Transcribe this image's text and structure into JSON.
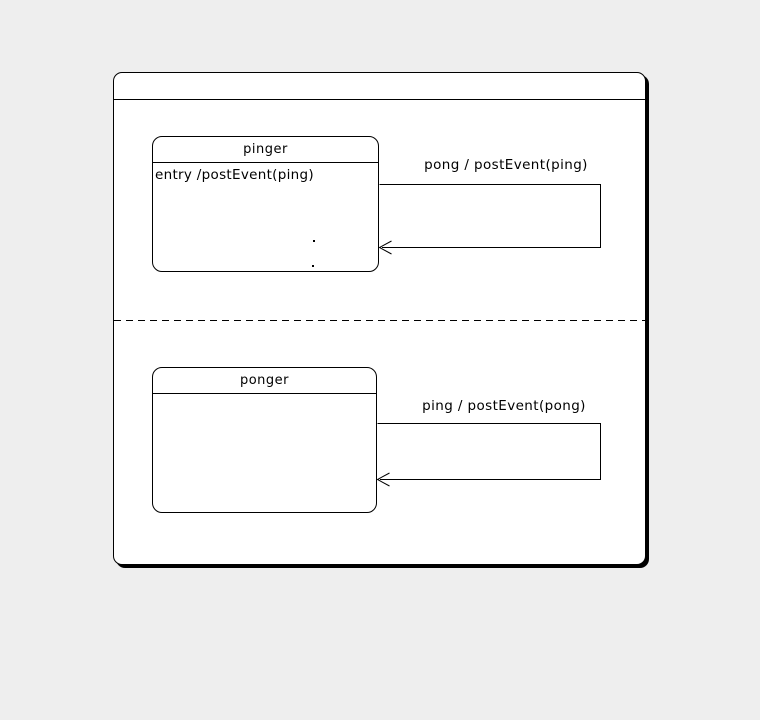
{
  "diagram": {
    "type": "uml-statechart",
    "colors": {
      "background": "#eeeeee",
      "line": "#000000",
      "state_fill": "#ffffff"
    },
    "parallel_state": {
      "title": ""
    },
    "regions": [
      {
        "state": {
          "name": "pinger",
          "entry_action": "entry /postEvent(ping)",
          "dots": [
            ".",
            "."
          ],
          "transition_label": "pong / postEvent(ping)"
        }
      },
      {
        "state": {
          "name": "ponger",
          "entry_action": "",
          "transition_label": "ping / postEvent(pong)"
        }
      }
    ]
  }
}
